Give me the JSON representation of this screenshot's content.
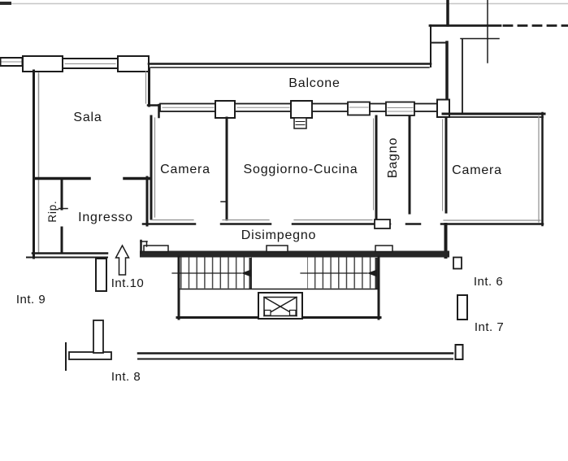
{
  "plan": {
    "type": "apartment-floor-plan",
    "rooms": {
      "balcone": "Balcone",
      "sala": "Sala",
      "camera_left": "Camera",
      "soggiorno_cucina": "Soggiorno-Cucina",
      "bagno": "Bagno",
      "camera_right": "Camera",
      "rip": "Rip.",
      "ingresso": "Ingresso",
      "disimpegno": "Disimpegno"
    },
    "units": {
      "int6": "Int. 6",
      "int7": "Int. 7",
      "int8": "Int. 8",
      "int9": "Int. 9",
      "int10": "Int.10"
    },
    "colors": {
      "line": "#1c1c1c",
      "soft_line": "#8f8f8f",
      "background": "#ffffff"
    }
  }
}
